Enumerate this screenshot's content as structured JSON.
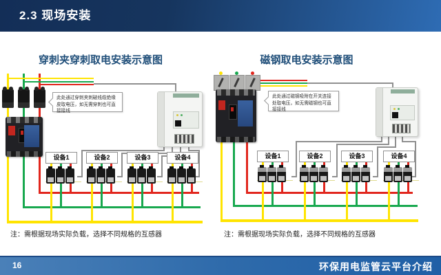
{
  "header": {
    "title": "2.3 现场安装"
  },
  "footer": {
    "page_number": "16",
    "title": "环保用电监管云平台介绍"
  },
  "colors": {
    "header_navy": "#132e57",
    "header_blue": "#2e6cb4",
    "title_blue": "#1f4e79",
    "wire_yellow": "#ffe400",
    "wire_green": "#17a84e",
    "wire_red": "#e1261d",
    "connector_gray": "#8f8f8f"
  },
  "left_diagram": {
    "title": "穿刺夹穿刺取电安装示意图",
    "callout": "此处通过穿刺夹刺破线缆绝缘皮取电压，如无需穿刺也可直接接线",
    "note": "注：需根据现场实际负载，选择不同规格的互感器",
    "devices": [
      {
        "label": "设备1"
      },
      {
        "label": "设备2"
      },
      {
        "label": "设备3"
      },
      {
        "label": "设备4"
      }
    ]
  },
  "right_diagram": {
    "title": "磁钢取电安装示意图",
    "callout": "此处通过磁钢吸附在开关连接处取电压，如无需磁钢也可直接接线",
    "note": "注：需根据现场实际负载，选择不同规格的互感器",
    "devices": [
      {
        "label": "设备1"
      },
      {
        "label": "设备2"
      },
      {
        "label": "设备3"
      },
      {
        "label": "设备4"
      }
    ]
  }
}
